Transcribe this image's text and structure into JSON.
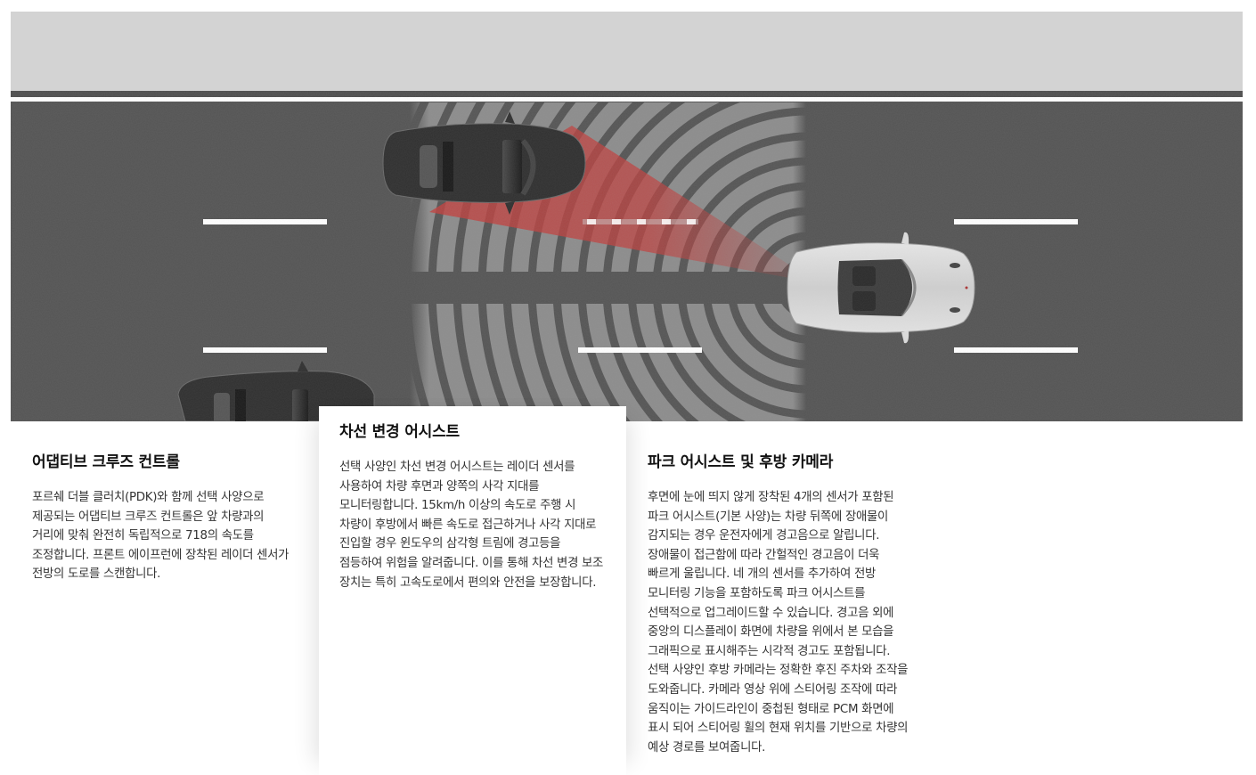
{
  "hero": {
    "road_color": "#545454",
    "shoulder_color": "#d3d3d3",
    "radar_color": "#c0403e",
    "icons": [
      "sports-car-dark-icon",
      "convertible-car-silver-icon",
      "radar-waves-icon"
    ]
  },
  "sections": [
    {
      "title": "어댑티브 크루즈 컨트롤",
      "body": "포르쉐 더블 클러치(PDK)와 함께 선택 사양으로 제공되는 어댑티브 크루즈 컨트롤은 앞 차량과의 거리에 맞춰 완전히 독립적으로 718의 속도를 조정합니다. 프론트 에이프런에 장착된 레이더 센서가 전방의 도로를 스캔합니다."
    },
    {
      "title": "차선 변경 어시스트",
      "body": "선택 사양인 차선 변경 어시스트는 레이더 센서를 사용하여 차량 후면과 양쪽의 사각 지대를 모니터링합니다. 15km/h 이상의 속도로 주행 시 차량이 후방에서 빠른 속도로 접근하거나 사각 지대로 진입할 경우 윈도우의 삼각형 트림에 경고등을 점등하여 위험을 알려줍니다. 이를 통해 차선 변경 보조 장치는 특히 고속도로에서 편의와 안전을 보장합니다."
    },
    {
      "title": "파크 어시스트 및 후방 카메라",
      "body": "후면에 눈에 띄지 않게 장착된 4개의 센서가 포함된 파크 어시스트(기본 사양)는 차량 뒤쪽에 장애물이 감지되는 경우 운전자에게 경고음으로 알립니다. 장애물이 접근함에 따라 간헐적인 경고음이 더욱 빠르게 울립니다. 네 개의 센서를 추가하여 전방 모니터링 기능을 포함하도록 파크 어시스트를 선택적으로 업그레이드할 수 있습니다. 경고음 외에 중앙의 디스플레이 화면에 차량을 위에서 본 모습을 그래픽으로 표시해주는 시각적 경고도 포함됩니다. 선택 사양인 후방 카메라는 정확한 후진 주차와 조작을 도와줍니다. 카메라 영상 위에 스티어링 조작에 따라 움직이는 가이드라인이 중첩된 형태로 PCM 화면에 표시 되어 스티어링 휠의 현재 위치를 기반으로 차량의 예상 경로를 보여줍니다."
    }
  ]
}
